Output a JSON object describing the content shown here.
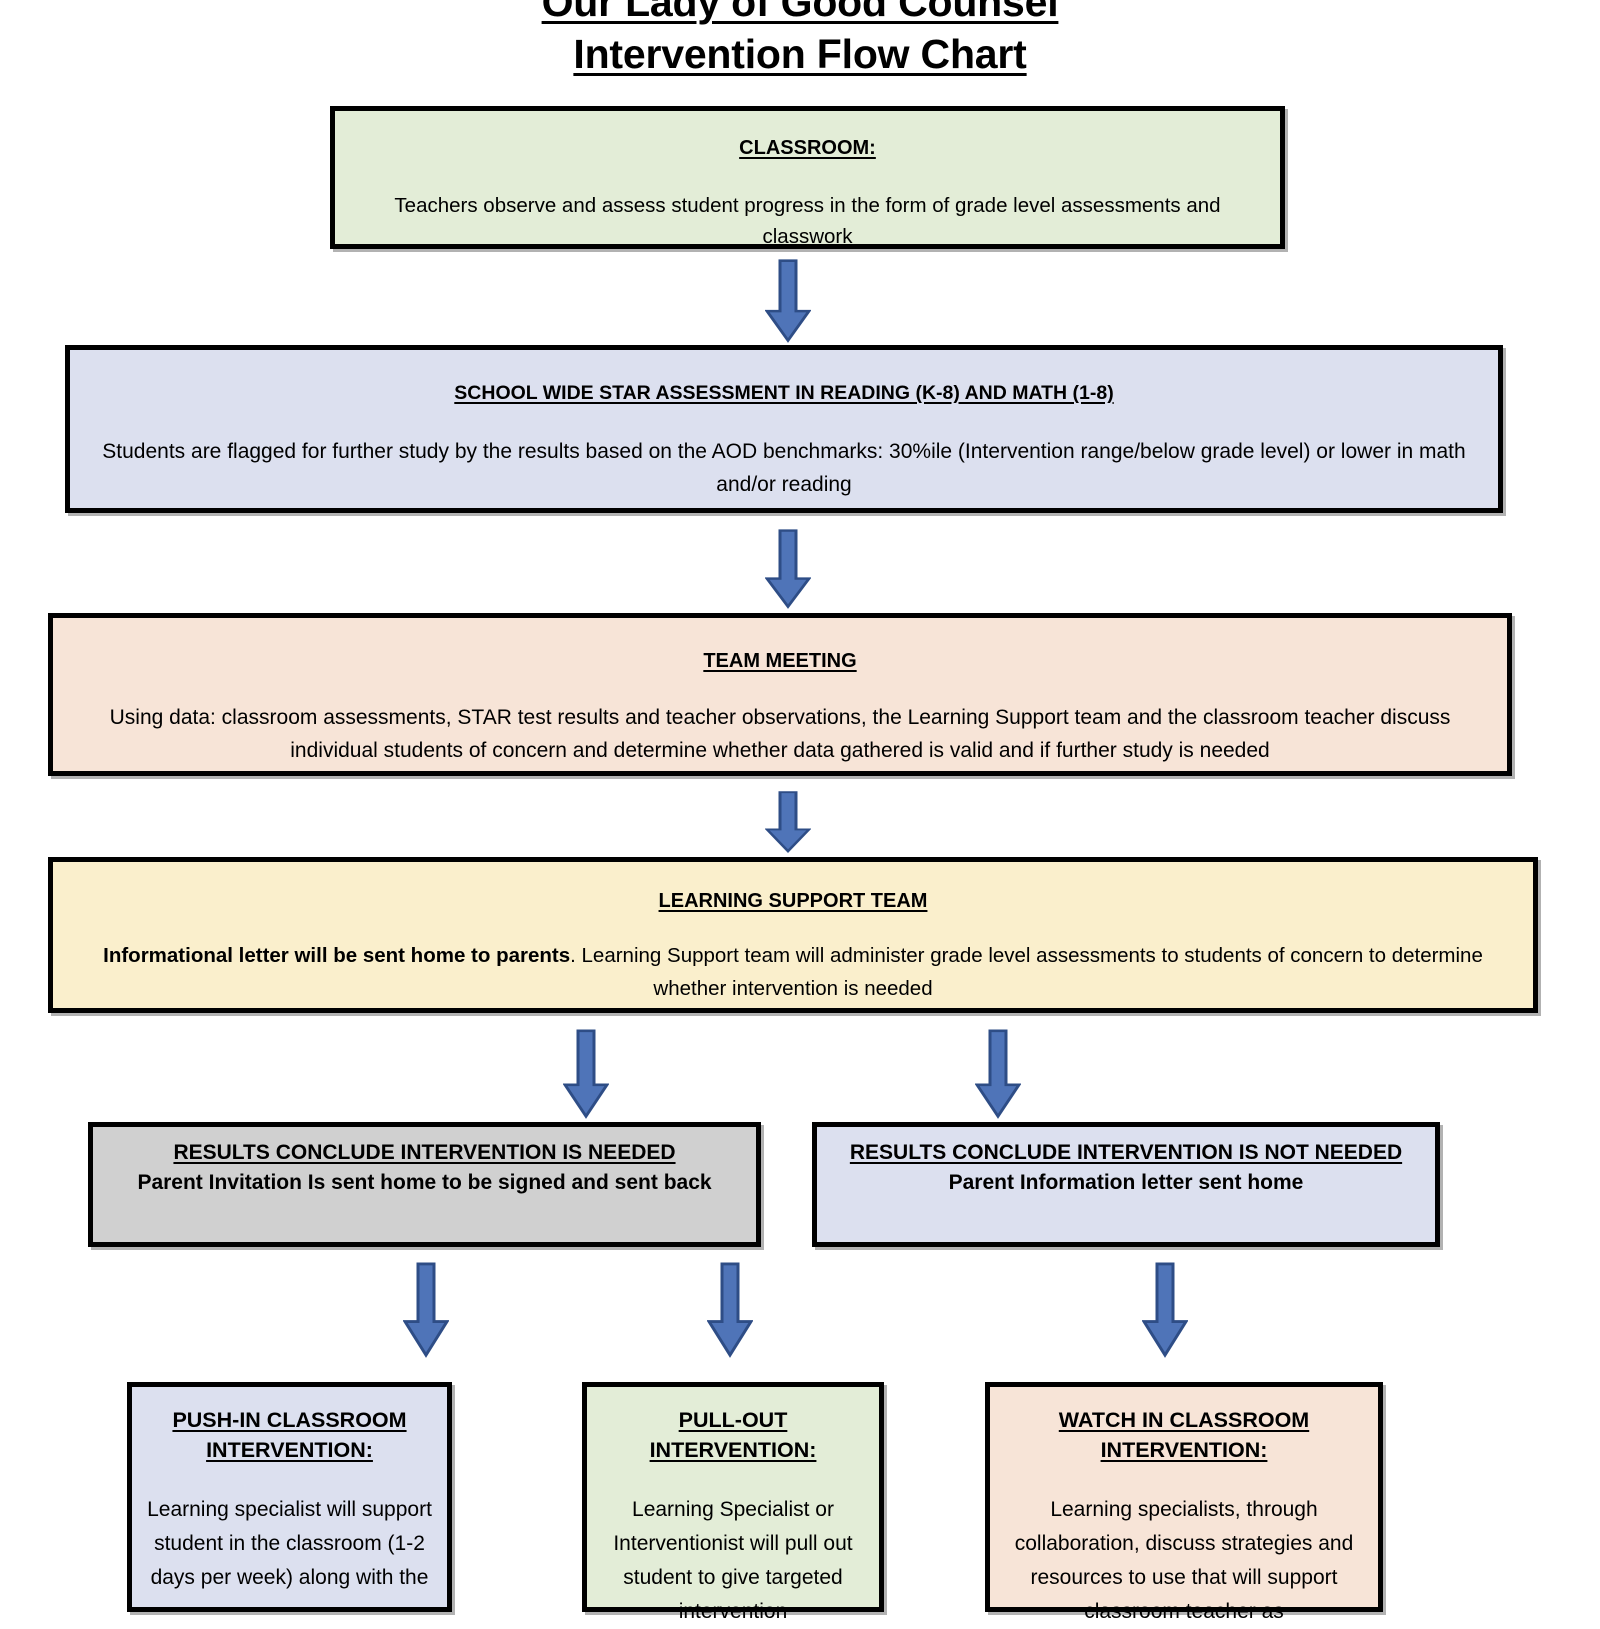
{
  "title": {
    "line1": "Our Lady of Good Counsel",
    "line2": "Intervention Flow Chart"
  },
  "colors": {
    "green": "#E3EDD7",
    "lavender": "#DCE0EF",
    "peach": "#F7E4D7",
    "yellow": "#FAEFCC",
    "gray": "#D0D0D0",
    "arrow_fill": "#4F74B8",
    "arrow_stroke": "#2E4D86",
    "border": "#000000"
  },
  "nodes": {
    "classroom": {
      "header": "CLASSROOM:",
      "body": "Teachers observe and assess student progress in the form of grade level assessments and classwork"
    },
    "star_assessment": {
      "header": "SCHOOL WIDE STAR ASSESSMENT IN READING (K-8) AND MATH (1-8)",
      "body": "Students are flagged for further study by the results based on the AOD benchmarks:  30%ile (Intervention range/below grade level) or lower in math and/or reading"
    },
    "team_meeting": {
      "header": "TEAM MEETING",
      "body": "Using data: classroom assessments, STAR test results and teacher observations, the Learning Support team and the classroom teacher discuss individual students of concern and determine whether data gathered is valid and if further study is needed"
    },
    "learning_support_team": {
      "header": "LEARNING SUPPORT TEAM",
      "body_bold": "Informational letter will be sent home to parents",
      "body_rest": ".  Learning Support team will administer grade level assessments to students of concern to determine whether intervention is needed"
    },
    "intervention_needed": {
      "header": "RESULTS CONCLUDE INTERVENTION IS NEEDED",
      "sub": "Parent Invitation Is sent home to be signed and sent back"
    },
    "intervention_not_needed": {
      "header": "RESULTS CONCLUDE INTERVENTION IS NOT NEEDED",
      "sub": "Parent Information letter sent home"
    },
    "push_in": {
      "header": "PUSH-IN CLASSROOM INTERVENTION:",
      "body": "Learning specialist will support student in the classroom (1-2 days per week) along with the"
    },
    "pull_out": {
      "header": "PULL-OUT INTERVENTION:",
      "body": "Learning Specialist or Interventionist will pull out student to give targeted intervention"
    },
    "watch_in": {
      "header": "WATCH IN CLASSROOM INTERVENTION:",
      "body": "Learning specialists, through collaboration, discuss strategies and resources to use that will support classroom teacher as"
    }
  },
  "arrows": [
    {
      "name": "arrow-classroom-to-star"
    },
    {
      "name": "arrow-star-to-team"
    },
    {
      "name": "arrow-team-to-lst"
    },
    {
      "name": "arrow-lst-to-needed"
    },
    {
      "name": "arrow-lst-to-not-needed"
    },
    {
      "name": "arrow-needed-to-push-in"
    },
    {
      "name": "arrow-needed-to-pull-out"
    },
    {
      "name": "arrow-not-needed-to-watch-in"
    }
  ]
}
